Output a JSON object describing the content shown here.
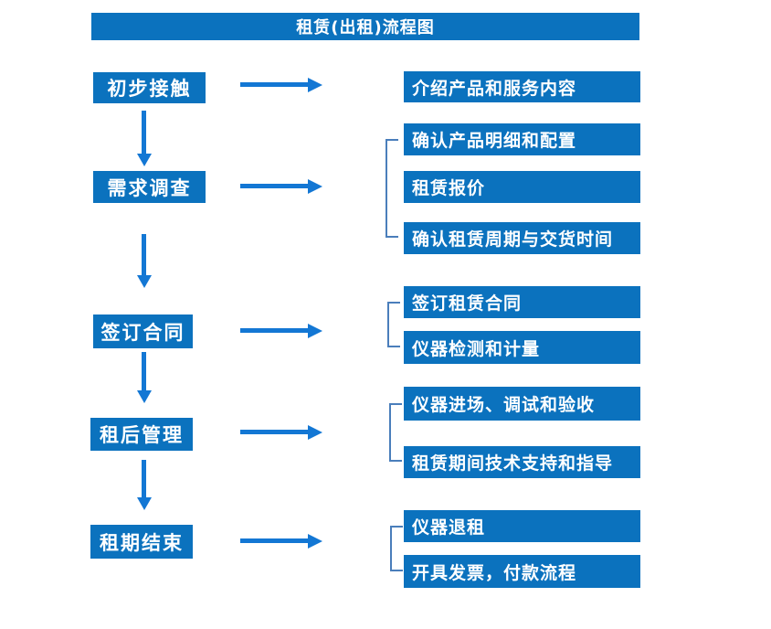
{
  "title": "租赁(出租)流程图",
  "colors": {
    "box_fill": "#0B72BE",
    "arrow": "#1377D4",
    "bracket": "#4A7EBB",
    "box_text": "#FFFFFF",
    "background": "#FFFFFF"
  },
  "flow": {
    "steps": [
      {
        "label": "初步接触",
        "outputs": [
          "介绍产品和服务内容"
        ]
      },
      {
        "label": "需求调查",
        "outputs": [
          "确认产品明细和配置",
          "租赁报价",
          "确认租赁周期与交货时间"
        ]
      },
      {
        "label": "签订合同",
        "outputs": [
          "签订租赁合同",
          "仪器检测和计量"
        ]
      },
      {
        "label": "租后管理",
        "outputs": [
          "仪器进场、调试和验收",
          "租赁期间技术支持和指导"
        ]
      },
      {
        "label": "租期结束",
        "outputs": [
          "仪器退租",
          "开具发票，付款流程"
        ]
      }
    ]
  }
}
